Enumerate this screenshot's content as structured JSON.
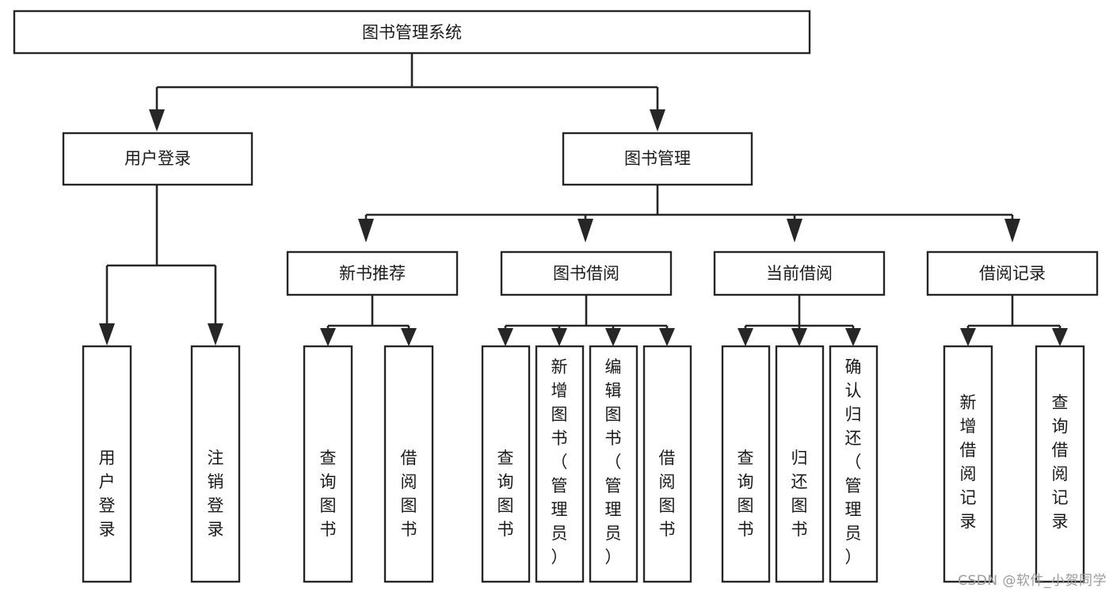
{
  "diagram": {
    "title": "图书管理系统",
    "orientation": "vertical-tree",
    "watermark": "CSDN @软件_小贺同学",
    "nodes": {
      "root": {
        "label": "图书管理系统",
        "level": 1
      },
      "l2_user_login": {
        "label": "用户登录",
        "level": 2
      },
      "l2_book_manage": {
        "label": "图书管理",
        "level": 2
      },
      "l3_new_book_rec": {
        "label": "新书推荐",
        "level": 3
      },
      "l3_book_borrow": {
        "label": "图书借阅",
        "level": 3
      },
      "l3_current_borrow": {
        "label": "当前借阅",
        "level": 3
      },
      "l3_borrow_record": {
        "label": "借阅记录",
        "level": 3
      },
      "leaf_user_login": {
        "label": "用户登录",
        "level": 4,
        "parent": "用户登录"
      },
      "leaf_logout_login": {
        "label": "注销登录",
        "level": 4,
        "parent": "用户登录"
      },
      "leaf_query_book_1": {
        "label": "查询图书",
        "level": 4,
        "parent": "新书推荐"
      },
      "leaf_borrow_book_1": {
        "label": "借阅图书",
        "level": 4,
        "parent": "新书推荐"
      },
      "leaf_query_book_2": {
        "label": "查询图书",
        "level": 4,
        "parent": "图书借阅"
      },
      "leaf_add_book": {
        "label": "新增图书（管理员）",
        "level": 4,
        "parent": "图书借阅"
      },
      "leaf_edit_book": {
        "label": "编辑图书（管理员）",
        "level": 4,
        "parent": "图书借阅"
      },
      "leaf_borrow_book_2": {
        "label": "借阅图书",
        "level": 4,
        "parent": "图书借阅"
      },
      "leaf_query_book_3": {
        "label": "查询图书",
        "level": 4,
        "parent": "当前借阅"
      },
      "leaf_return_book": {
        "label": "归还图书",
        "level": 4,
        "parent": "当前借阅"
      },
      "leaf_confirm_return": {
        "label": "确认归还（管理员）",
        "level": 4,
        "parent": "当前借阅"
      },
      "leaf_add_record": {
        "label": "新增借阅记录",
        "level": 4,
        "parent": "借阅记录"
      },
      "leaf_query_record": {
        "label": "查询借阅记录",
        "level": 4,
        "parent": "借阅记录"
      }
    },
    "colors": {
      "stroke": "#262626",
      "box_fill": "#ffffff",
      "text": "#1a1a1a",
      "watermark": "#9b9b9b",
      "background": "#ffffff"
    },
    "edges": [
      {
        "from": "图书管理系统",
        "to": "用户登录"
      },
      {
        "from": "图书管理系统",
        "to": "图书管理"
      },
      {
        "from": "用户登录",
        "to": "用户登录"
      },
      {
        "from": "用户登录",
        "to": "注销登录"
      },
      {
        "from": "图书管理",
        "to": "新书推荐"
      },
      {
        "from": "图书管理",
        "to": "图书借阅"
      },
      {
        "from": "图书管理",
        "to": "当前借阅"
      },
      {
        "from": "图书管理",
        "to": "借阅记录"
      },
      {
        "from": "新书推荐",
        "to": "查询图书"
      },
      {
        "from": "新书推荐",
        "to": "借阅图书"
      },
      {
        "from": "图书借阅",
        "to": "查询图书"
      },
      {
        "from": "图书借阅",
        "to": "新增图书（管理员）"
      },
      {
        "from": "图书借阅",
        "to": "编辑图书（管理员）"
      },
      {
        "from": "图书借阅",
        "to": "借阅图书"
      },
      {
        "from": "当前借阅",
        "to": "查询图书"
      },
      {
        "from": "当前借阅",
        "to": "归还图书"
      },
      {
        "from": "当前借阅",
        "to": "确认归还（管理员）"
      },
      {
        "from": "借阅记录",
        "to": "新增借阅记录"
      },
      {
        "from": "借阅记录",
        "to": "查询借阅记录"
      }
    ]
  }
}
